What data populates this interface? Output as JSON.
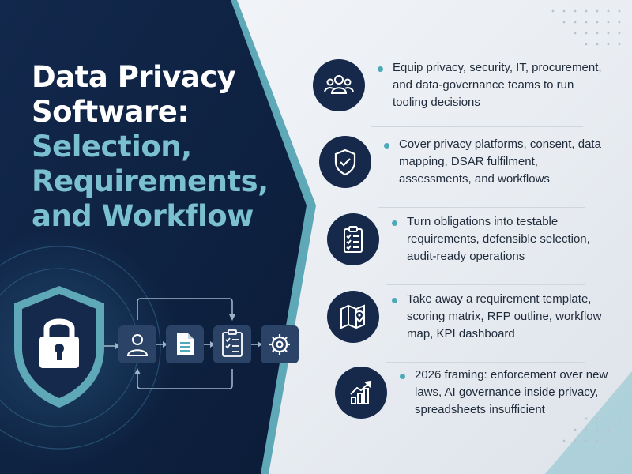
{
  "title": {
    "line1": "Data Privacy",
    "line2": "Software:",
    "line3": "Selection,",
    "line4": "Requirements,",
    "line5": "and Workflow"
  },
  "items": [
    {
      "icon": "users-icon",
      "text": "Equip privacy, security, IT, procurement, and data-governance teams to run tooling decisions"
    },
    {
      "icon": "shield-check-icon",
      "text": "Cover privacy platforms, consent, data mapping, DSAR fulfilment, assessments, and workflows"
    },
    {
      "icon": "checklist-icon",
      "text": "Turn obligations into testable requirements, defensible selection, audit-ready operations"
    },
    {
      "icon": "map-pin-icon",
      "text": "Take away a requirement template, scoring matrix, RFP outline, workflow map, KPI dashboard"
    },
    {
      "icon": "growth-chart-icon",
      "text": "2026 framing: enforcement over new laws, AI governance inside privacy, spreadsheets insufficient"
    }
  ],
  "colors": {
    "navy": "#0e2140",
    "teal_accent": "#7ac0d0",
    "teal_edge": "#5fa8b8",
    "icon_circle": "#16294a"
  }
}
